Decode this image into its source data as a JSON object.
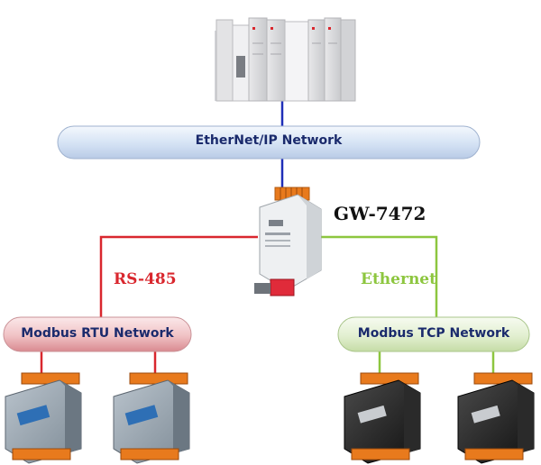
{
  "labels": {
    "ethernet_ip_network": "EtherNet/IP Network",
    "gateway_model": "GW-7472",
    "rs485": "RS-485",
    "ethernet": "Ethernet",
    "modbus_rtu_network": "Modbus RTU Network",
    "modbus_tcp_network": "Modbus TCP Network"
  },
  "colors": {
    "ethernet_ip_link": "#1f2fb8",
    "rs485_link": "#d9272e",
    "ethernet_link": "#8dc63f",
    "ethernet_ip_pill": "#dbe7f7",
    "rtu_pill": "#f2c8ca",
    "tcp_pill": "#e3f0d2",
    "rs485_text": "#d9272e",
    "ethernet_text": "#8dc63f",
    "pill_text": "#1a2a6c"
  },
  "devices": {
    "plc": "plc-controller",
    "gateway": "gw-7472-gateway",
    "rtu_modules": [
      "rtu-io-module",
      "rtu-io-module"
    ],
    "tcp_modules": [
      "tcp-io-module",
      "tcp-io-module"
    ]
  }
}
